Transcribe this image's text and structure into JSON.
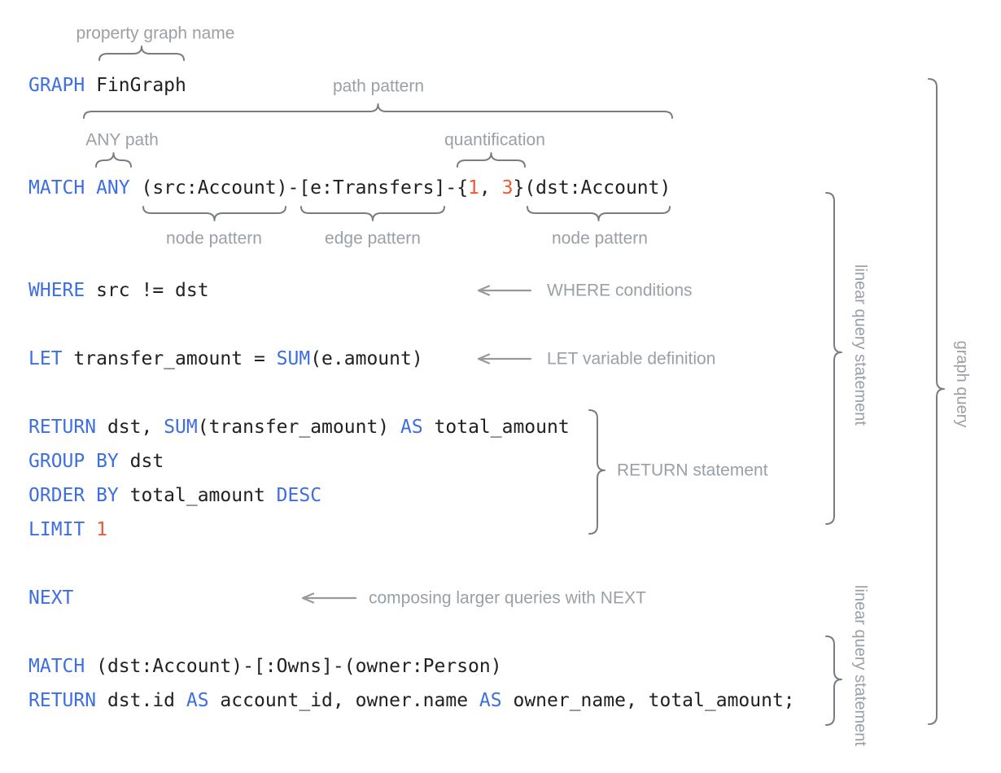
{
  "diagram": {
    "kind": "graph-query-syntax-annotation",
    "language": "GQL"
  },
  "colors": {
    "keyword": "#3d6fe0",
    "number": "#e95c33",
    "code_text": "#202124",
    "annotation_label": "#9aa0a6",
    "brace": "#797d82",
    "arrow": "#97999e",
    "background": "#ffffff"
  },
  "code_lines": [
    {
      "line": 0,
      "segments": [
        {
          "text": "GRAPH",
          "type": "keyword"
        },
        {
          "text": " FinGraph",
          "type": "plain"
        }
      ]
    },
    {
      "line": 3,
      "segments": [
        {
          "text": "MATCH ANY",
          "type": "keyword"
        },
        {
          "text": " (src:Account)-[e:Transfers]-{",
          "type": "plain"
        },
        {
          "text": "1",
          "type": "number"
        },
        {
          "text": ", ",
          "type": "plain"
        },
        {
          "text": "3",
          "type": "number"
        },
        {
          "text": "}(dst:Account)",
          "type": "plain"
        }
      ]
    },
    {
      "line": 6,
      "segments": [
        {
          "text": "WHERE",
          "type": "keyword"
        },
        {
          "text": " src != dst",
          "type": "plain"
        }
      ]
    },
    {
      "line": 8,
      "segments": [
        {
          "text": "LET",
          "type": "keyword"
        },
        {
          "text": " transfer_amount = ",
          "type": "plain"
        },
        {
          "text": "SUM",
          "type": "keyword"
        },
        {
          "text": "(e.amount)",
          "type": "plain"
        }
      ]
    },
    {
      "line": 10,
      "segments": [
        {
          "text": "RETURN",
          "type": "keyword"
        },
        {
          "text": " dst, ",
          "type": "plain"
        },
        {
          "text": "SUM",
          "type": "keyword"
        },
        {
          "text": "(transfer_amount) ",
          "type": "plain"
        },
        {
          "text": "AS",
          "type": "keyword"
        },
        {
          "text": " total_amount",
          "type": "plain"
        }
      ]
    },
    {
      "line": 11,
      "segments": [
        {
          "text": "GROUP BY",
          "type": "keyword"
        },
        {
          "text": " dst",
          "type": "plain"
        }
      ]
    },
    {
      "line": 12,
      "segments": [
        {
          "text": "ORDER BY",
          "type": "keyword"
        },
        {
          "text": " total_amount ",
          "type": "plain"
        },
        {
          "text": "DESC",
          "type": "keyword"
        }
      ]
    },
    {
      "line": 13,
      "segments": [
        {
          "text": "LIMIT",
          "type": "keyword"
        },
        {
          "text": " ",
          "type": "plain"
        },
        {
          "text": "1",
          "type": "number"
        }
      ]
    },
    {
      "line": 15,
      "segments": [
        {
          "text": "NEXT",
          "type": "keyword"
        }
      ]
    },
    {
      "line": 17,
      "segments": [
        {
          "text": "MATCH",
          "type": "keyword"
        },
        {
          "text": " (dst:Account)-[:Owns]-(owner:Person)",
          "type": "plain"
        }
      ]
    },
    {
      "line": 18,
      "segments": [
        {
          "text": "RETURN",
          "type": "keyword"
        },
        {
          "text": " dst.id ",
          "type": "plain"
        },
        {
          "text": "AS",
          "type": "keyword"
        },
        {
          "text": " account_id, owner.name ",
          "type": "plain"
        },
        {
          "text": "AS",
          "type": "keyword"
        },
        {
          "text": " owner_name, total_amount;",
          "type": "plain"
        }
      ]
    }
  ],
  "annotations": {
    "property_graph_name": "property graph name",
    "path_pattern": "path pattern",
    "any_path": "ANY path",
    "quantification": "quantification",
    "node_pattern_src": "node pattern",
    "edge_pattern": "edge pattern",
    "node_pattern_dst": "node pattern",
    "where_conditions": "WHERE conditions",
    "let_variable_definition": "LET variable definition",
    "return_statement": "RETURN statement",
    "composing_next": "composing larger queries with NEXT",
    "linear_query_statement_top": "linear query statement",
    "linear_query_statement_bottom": "linear query statement",
    "graph_query": "graph query"
  }
}
